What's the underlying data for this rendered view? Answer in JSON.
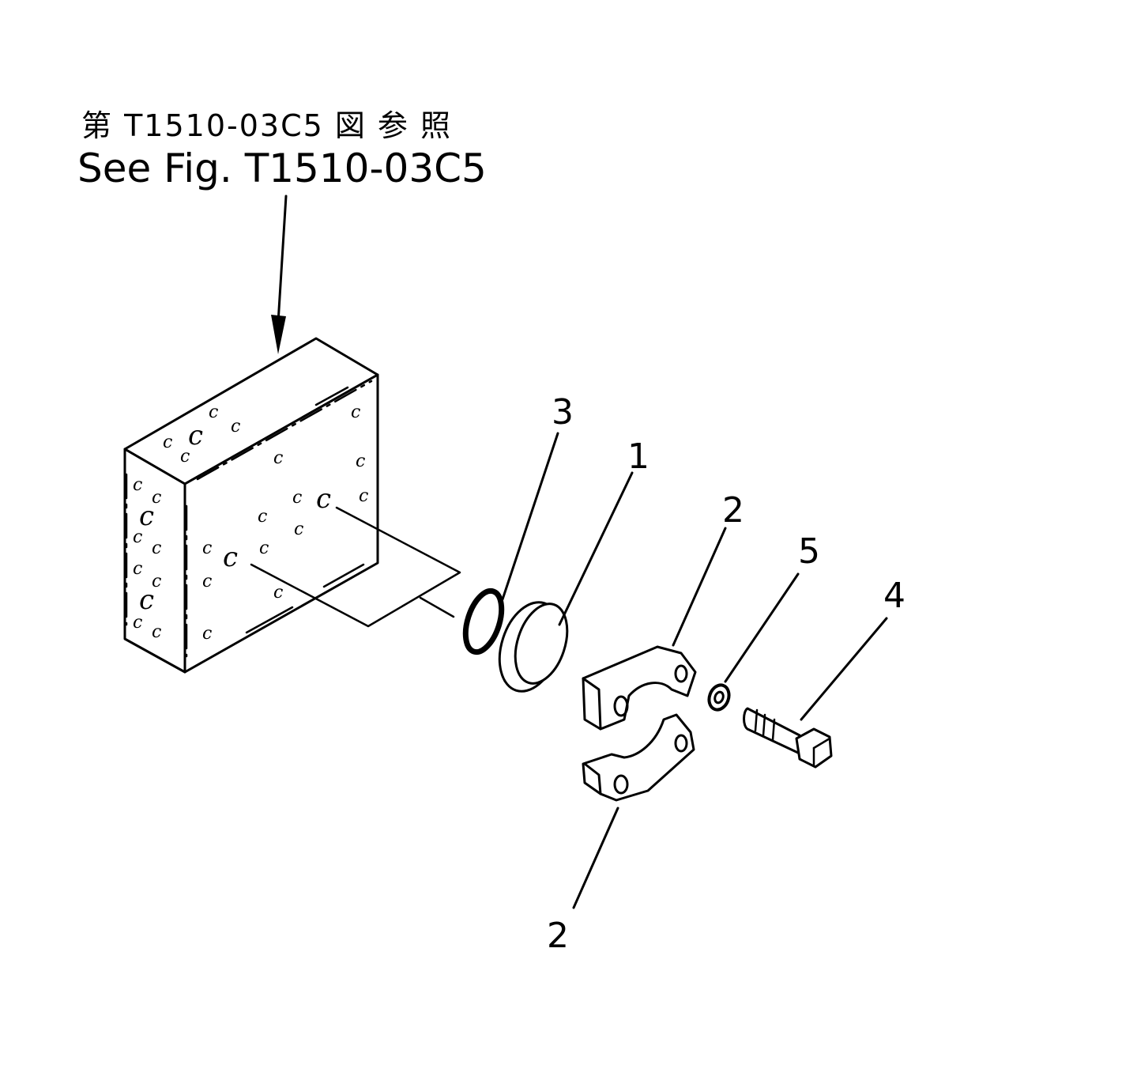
{
  "reference": {
    "jp": "第 T1510-03C5 図 参 照",
    "en": "See Fig. T1510-03C5"
  },
  "callouts": {
    "oring": "3",
    "plug": "1",
    "half_flange_upper": "2",
    "washer": "5",
    "bolt": "4",
    "half_flange_lower": "2"
  },
  "hole_glyph": "c"
}
